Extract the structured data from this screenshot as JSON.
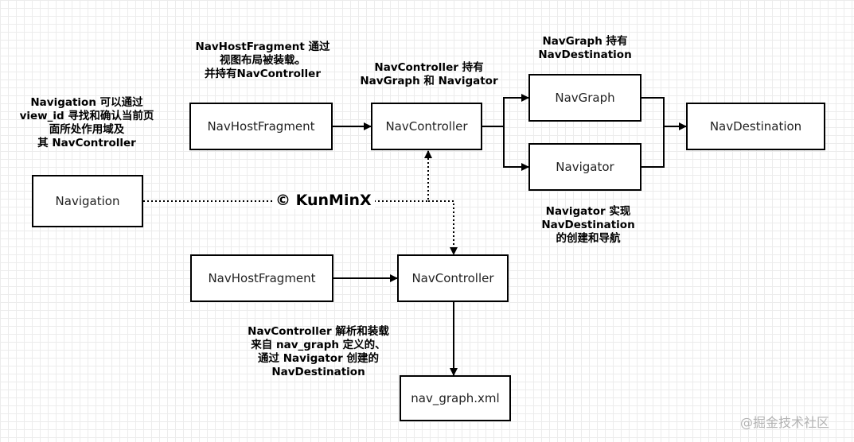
{
  "nodes": {
    "navigation": "Navigation",
    "host_fragment_top": "NavHostFragment",
    "controller_top": "NavController",
    "nav_graph": "NavGraph",
    "navigator": "Navigator",
    "nav_destination": "NavDestination",
    "host_fragment_bottom": "NavHostFragment",
    "controller_bottom": "NavController",
    "nav_graph_xml": "nav_graph.xml"
  },
  "notes": {
    "navigation_note": [
      "Navigation 可以通过",
      "view_id 寻找和确认当前页",
      "面所处作用域及",
      "其 NavController"
    ],
    "host_fragment_note": [
      "NavHostFragment 通过",
      "视图布局被装载。",
      "并持有NavController"
    ],
    "controller_note": [
      "NavController 持有",
      "NavGraph 和 Navigator"
    ],
    "graph_note": [
      "NavGraph 持有",
      "NavDestination"
    ],
    "navigator_note": [
      "Navigator 实现",
      "NavDestination",
      "的创建和导航"
    ],
    "xml_note": [
      "NavController 解析和装载",
      "来自 nav_graph 定义的、",
      "通过 Navigator 创建的",
      "NavDestination"
    ]
  },
  "watermark": "© KunMinX",
  "credit": "@掘金技术社区"
}
